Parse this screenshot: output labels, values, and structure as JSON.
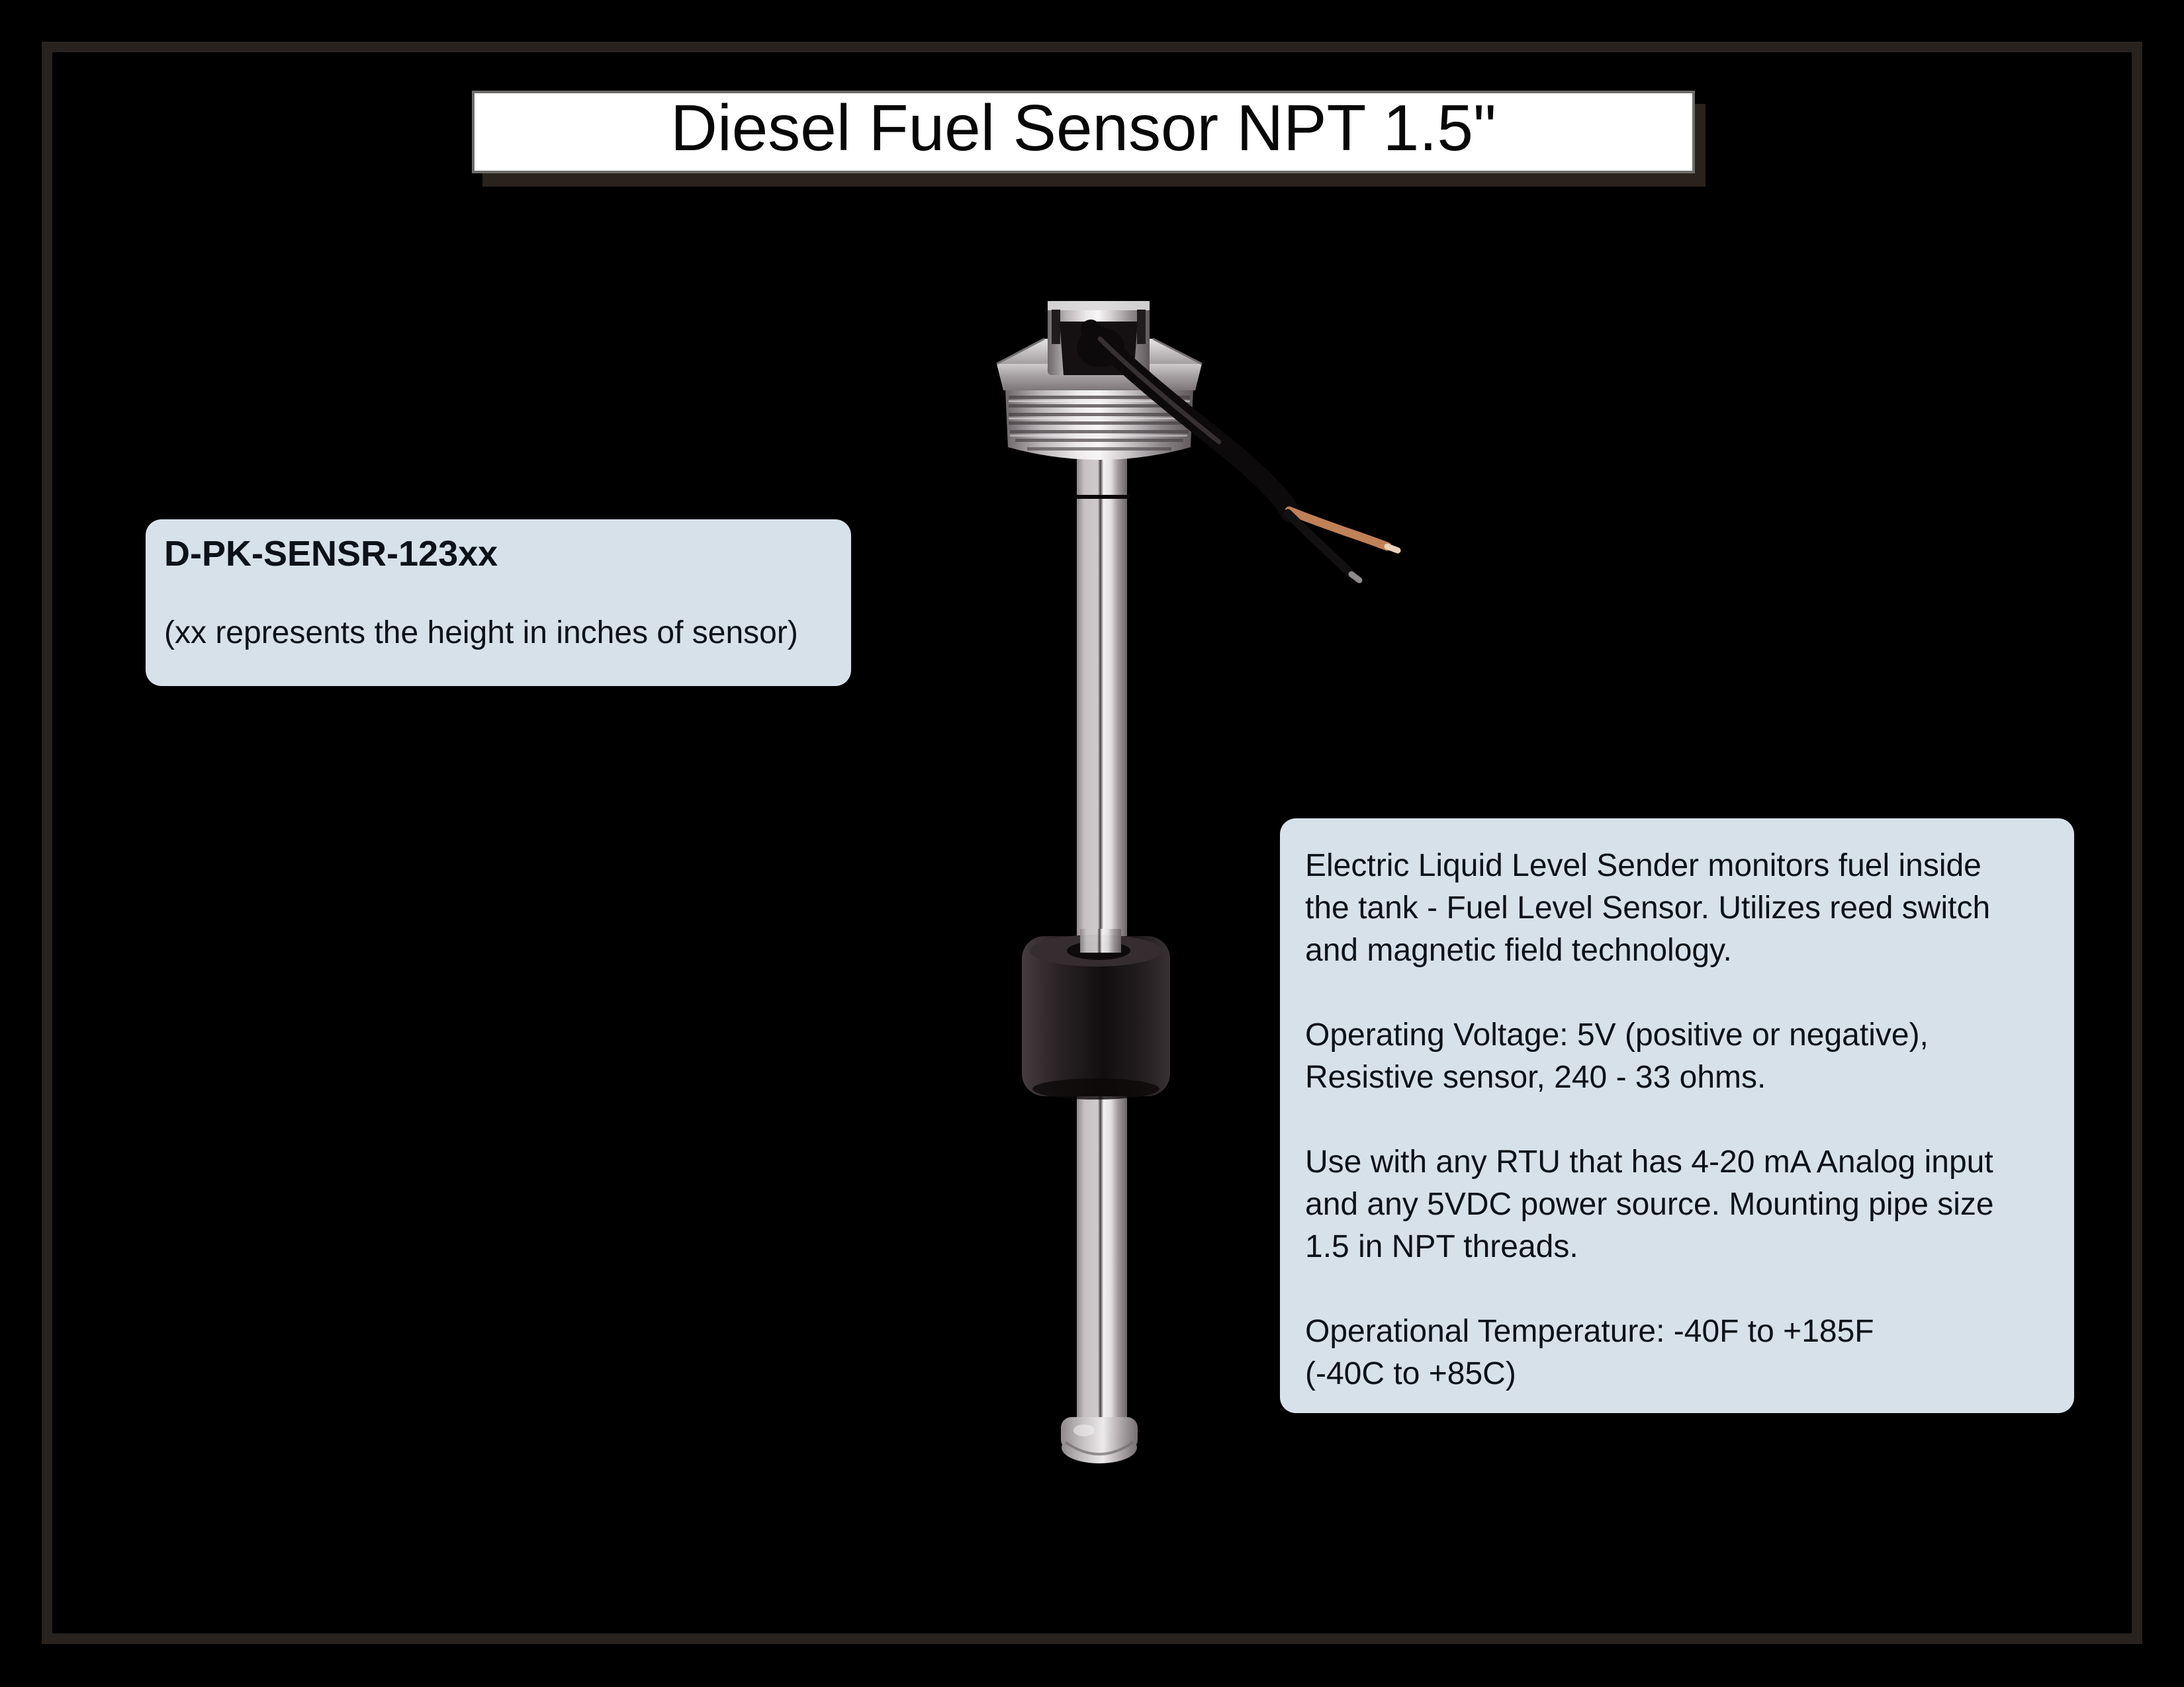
{
  "window": {
    "background": "#000000",
    "frame_color": "#292320"
  },
  "title_bar": {
    "label": "Diesel Fuel Sensor NPT 1.5\"",
    "background": "#ffffff",
    "text_color": "#070707"
  },
  "model_box": {
    "background": "#d7e1ea",
    "model_number": "D-PK-SENSR-123xx",
    "note": "(xx represents the height in inches of sensor)"
  },
  "spec_box": {
    "background": "#d7e1ea",
    "p1": "Electric Liquid Level Sender monitors fuel inside\nthe tank - Fuel Level Sensor. Utilizes reed switch\nand magnetic field technology.",
    "p2": "Operating Voltage: 5V (positive or negative),\nResistive sensor, 240 - 33 ohms.",
    "p3": "Use with any RTU that has 4-20 mA Analog input\nand any 5VDC power source. Mounting pipe size\n1.5 in NPT threads.",
    "p4": "Operational Temperature: -40F to +185F\n(-40C to +85C)"
  },
  "sensor": {
    "type": "product-photo",
    "parts": [
      "wire-cable",
      "npt-plug-head",
      "hex-flange",
      "threaded-fitting",
      "sensor-shaft",
      "float",
      "end-cap"
    ]
  }
}
